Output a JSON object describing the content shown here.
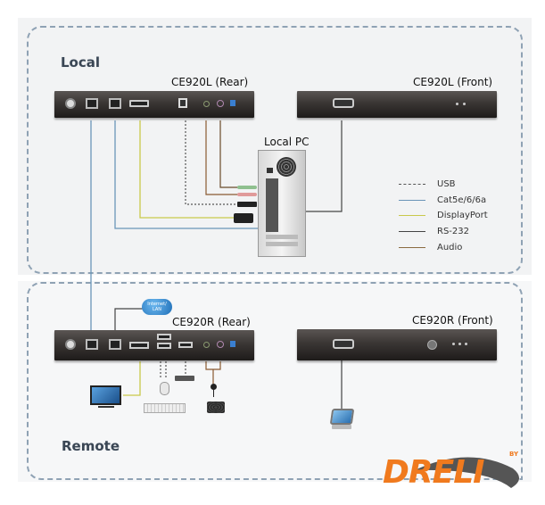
{
  "zones": {
    "local": {
      "label": "Local"
    },
    "remote": {
      "label": "Remote"
    }
  },
  "devices": {
    "ce920l_rear": {
      "title": "CE920L (Rear)"
    },
    "ce920l_front": {
      "title": "CE920L (Front)"
    },
    "ce920r_rear": {
      "title": "CE920R (Rear)"
    },
    "ce920r_front": {
      "title": "CE920R (Front)"
    }
  },
  "local_pc": {
    "label": "Local PC"
  },
  "cloud": {
    "line1": "Internet/",
    "line2": "LAN"
  },
  "legend": {
    "items": [
      {
        "label": "USB",
        "style": "dashed",
        "color": "#555555"
      },
      {
        "label": "Cat5e/6/6a",
        "style": "solid",
        "color": "#6a95b8"
      },
      {
        "label": "DisplayPort",
        "style": "solid",
        "color": "#c9c94a"
      },
      {
        "label": "RS-232",
        "style": "solid",
        "color": "#444444"
      },
      {
        "label": "Audio",
        "style": "solid",
        "color": "#8a6a40"
      }
    ]
  },
  "logo": {
    "text": "DRELI",
    "by": "BY"
  },
  "colors": {
    "usb": "#555555",
    "cat5": "#6a95b8",
    "displayport": "#c9c94a",
    "rs232": "#444444",
    "audio": "#8a6a40",
    "zone_border": "#8fa2b4",
    "logo_orange": "#f07a1e"
  }
}
